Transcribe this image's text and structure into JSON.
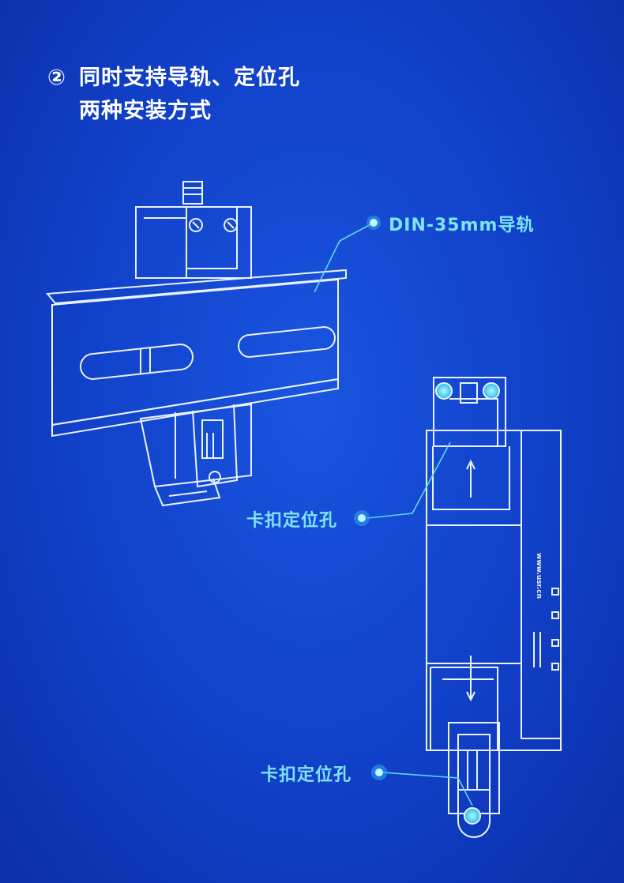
{
  "heading": {
    "number": "②",
    "line1": "同时支持导轨、定位孔",
    "line2": "两种安装方式"
  },
  "callouts": {
    "din_rail": "DIN-35mm导轨",
    "hole_top": "卡扣定位孔",
    "hole_bottom": "卡扣定位孔"
  },
  "device": {
    "website": "www.usr.cn"
  },
  "colors": {
    "accent": "#7fe3f5",
    "background": "#1140c8",
    "line": "#e9f2ff"
  }
}
